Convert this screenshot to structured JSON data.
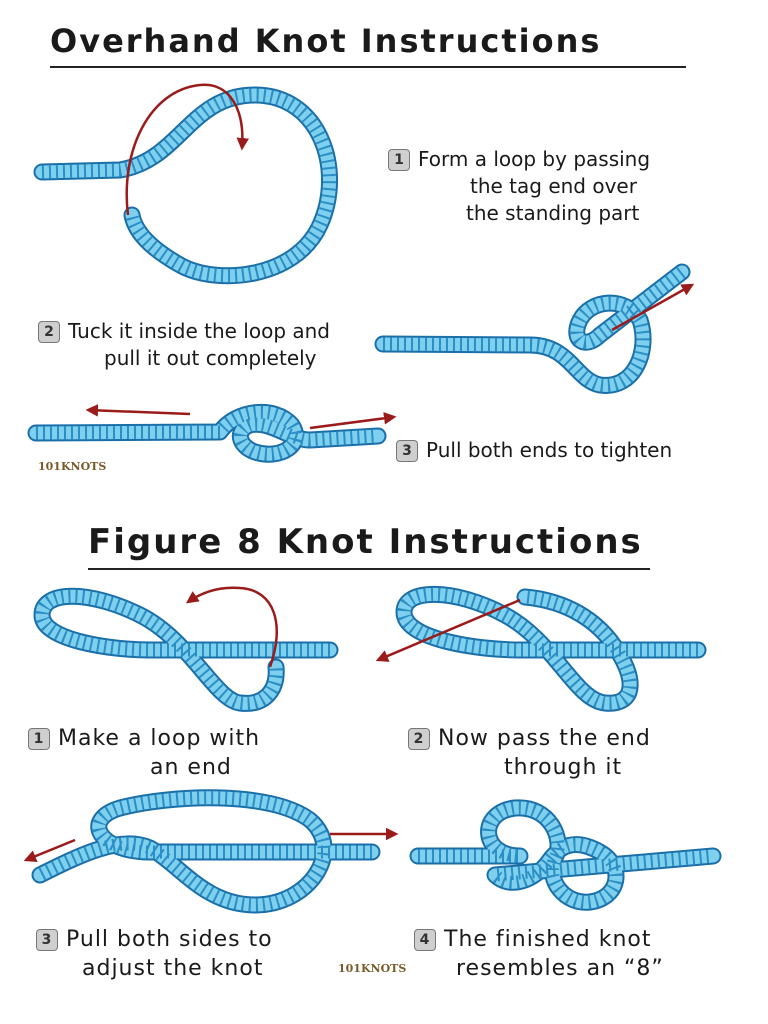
{
  "overhand": {
    "title": "Overhand Knot Instructions",
    "steps": [
      {
        "num": "1",
        "lines": [
          "Form a loop by passing",
          "the tag end over",
          "the standing part"
        ]
      },
      {
        "num": "2",
        "lines": [
          "Tuck it inside the loop and",
          "pull it out completely"
        ]
      },
      {
        "num": "3",
        "lines": [
          "Pull both ends to tighten"
        ]
      }
    ],
    "brand": "101KNOTS"
  },
  "figure8": {
    "title": "Figure 8 Knot Instructions",
    "steps": [
      {
        "num": "1",
        "lines": [
          "Make a loop with",
          "an end"
        ]
      },
      {
        "num": "2",
        "lines": [
          "Now pass the end",
          "through it"
        ]
      },
      {
        "num": "3",
        "lines": [
          "Pull both sides to",
          "adjust the knot"
        ]
      },
      {
        "num": "4",
        "lines": [
          "The finished knot",
          "resembles an “8”"
        ]
      }
    ],
    "brand": "101KNOTS"
  },
  "colors": {
    "rope": "#7fd0ef",
    "rope_edge": "#1a6fa8",
    "arrow": "#9b1a1a"
  }
}
